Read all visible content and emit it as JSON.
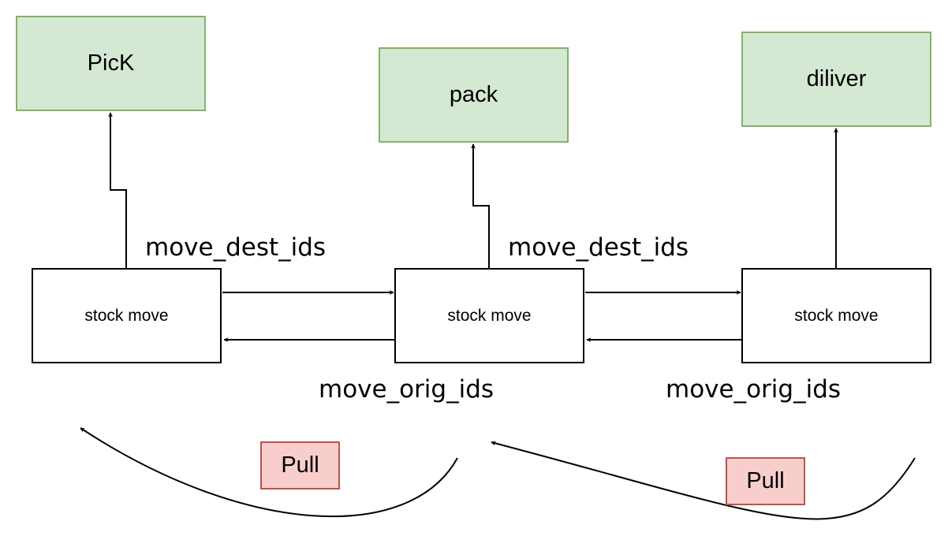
{
  "stages": {
    "pick": "PicK",
    "pack": "pack",
    "deliver": "diliver"
  },
  "moves": {
    "move1": "stock move",
    "move2": "stock move",
    "move3": "stock move"
  },
  "relations": {
    "dest1": "move_dest_ids",
    "dest2": "move_dest_ids",
    "orig1": "move_orig_ids",
    "orig2": "move_orig_ids"
  },
  "pull_labels": {
    "pull1": "Pull",
    "pull2": "Pull"
  },
  "colors": {
    "stage_fill": "#d5e8d4",
    "stage_border": "#82b366",
    "pull_fill": "#f8cecc",
    "pull_border": "#b85450",
    "line": "#000000"
  }
}
